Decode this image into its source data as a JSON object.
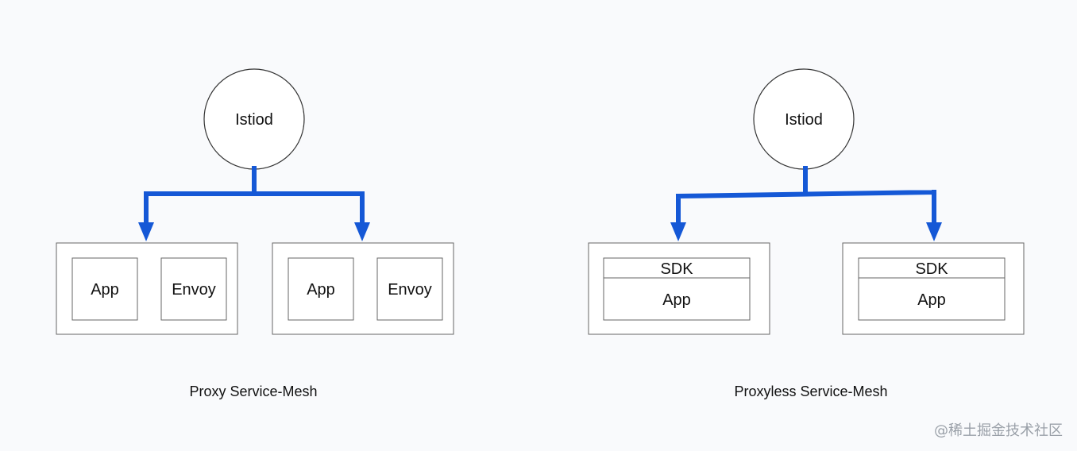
{
  "left": {
    "controller": "Istiod",
    "pods": [
      {
        "boxes": [
          "App",
          "Envoy"
        ]
      },
      {
        "boxes": [
          "App",
          "Envoy"
        ]
      }
    ],
    "caption": "Proxy Service-Mesh"
  },
  "right": {
    "controller": "Istiod",
    "pods": [
      {
        "sdk": "SDK",
        "app": "App"
      },
      {
        "sdk": "SDK",
        "app": "App"
      }
    ],
    "caption": "Proxyless Service-Mesh"
  },
  "watermark": "@稀土掘金技术社区",
  "colors": {
    "arrow": "#1558d6",
    "stroke": "#555555",
    "background": "#f9fafc"
  }
}
